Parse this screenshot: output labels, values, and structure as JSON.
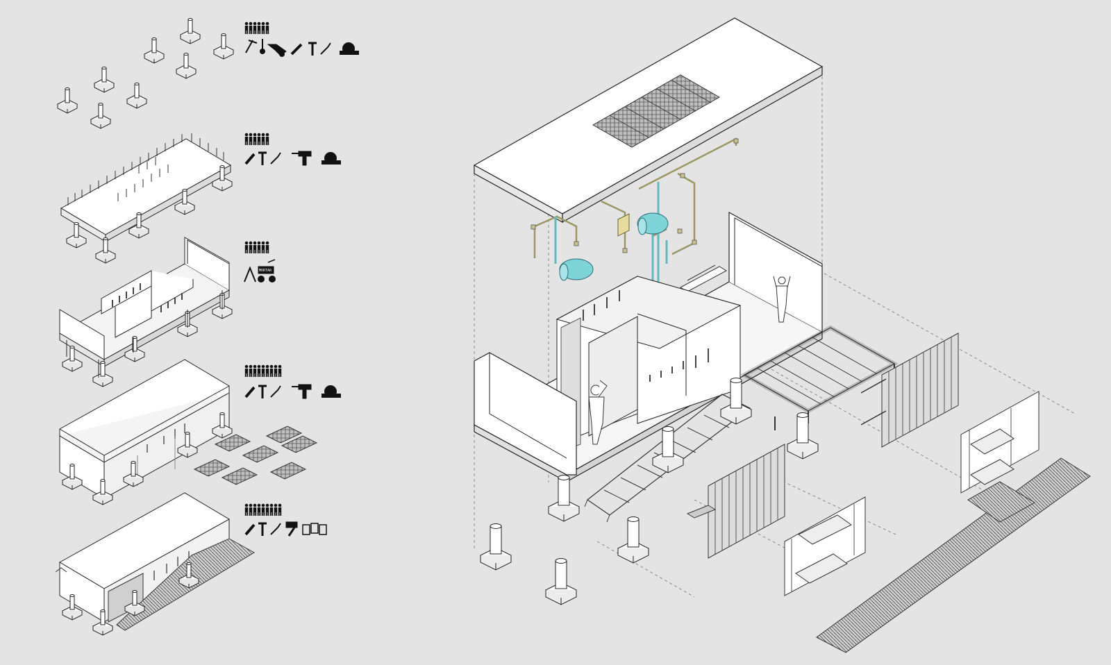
{
  "diagram": {
    "mortar_label": "MORTAR",
    "colors": {
      "background": "#e4e4e4",
      "line": "#1a1a1a",
      "face_light": "#ffffff",
      "face_mid": "#eeeeee",
      "face_dark": "#d6d6d6",
      "pipe_blue": "#7fd4d8",
      "pipe_olive": "#b8b07a",
      "box_yellow": "#e6dca0"
    },
    "steps": [
      {
        "id": "foundations",
        "workers": 6,
        "tools": [
          "pickaxe-icon",
          "shovel-icon",
          "wheelbarrow-icon",
          "saw-icon",
          "hammer-icon",
          "screwdriver-icon",
          "cement-mixer-icon"
        ]
      },
      {
        "id": "floor-slab",
        "workers": 6,
        "tools": [
          "saw-icon",
          "hammer-icon",
          "screwdriver-icon",
          "drill-icon",
          "cement-mixer-icon"
        ]
      },
      {
        "id": "walls",
        "workers": 6,
        "tools": [
          "pliers-icon",
          "mortar-mixer-icon"
        ]
      },
      {
        "id": "roof-panels",
        "workers": 9,
        "tools": [
          "saw-icon",
          "hammer-icon",
          "screwdriver-icon",
          "drill-icon",
          "cement-mixer-icon"
        ]
      },
      {
        "id": "finishing",
        "workers": 9,
        "tools": [
          "saw-icon",
          "hammer-icon",
          "screwdriver-icon",
          "paint-roller-icon",
          "beer-celebration-icon"
        ]
      }
    ]
  }
}
